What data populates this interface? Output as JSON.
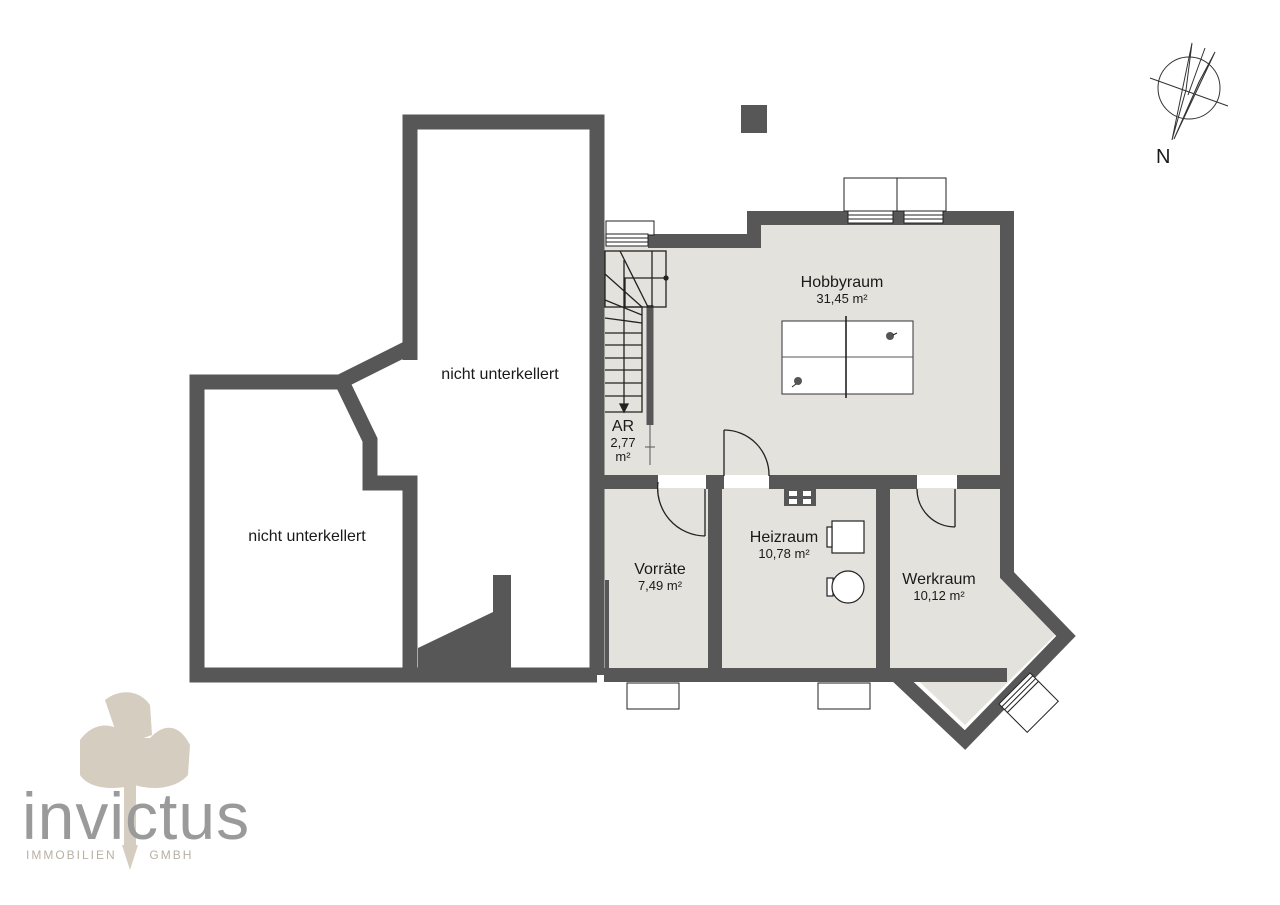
{
  "plan": {
    "wall_color": "#575757",
    "floor_color": "#e4e2dc",
    "unbuilt_color": "#ffffff"
  },
  "rooms": [
    {
      "id": "hobbyraum",
      "name": "Hobbyraum",
      "area": "31,45 m²"
    },
    {
      "id": "ar",
      "name": "AR",
      "area_value": "2,77",
      "area_unit": "m²"
    },
    {
      "id": "vorraete",
      "name": "Vorräte",
      "area": "7,49 m²"
    },
    {
      "id": "heizraum",
      "name": "Heizraum",
      "area": "10,78 m²"
    },
    {
      "id": "werkraum",
      "name": "Werkraum",
      "area": "10,12 m²"
    }
  ],
  "unexcavated": [
    {
      "label": "nicht unterkellert"
    },
    {
      "label": "nicht unterkellert"
    }
  ],
  "compass": {
    "label": "N"
  },
  "logo": {
    "word": "invictus",
    "sub_left": "IMMOBILIEN",
    "sub_right": "GMBH"
  }
}
